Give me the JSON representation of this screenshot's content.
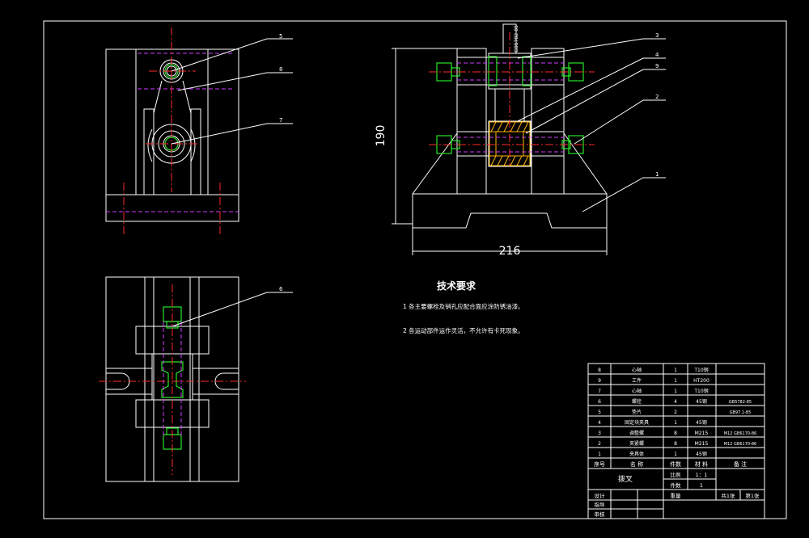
{
  "drawing": {
    "title_cn": "技术要求",
    "requirements": [
      "1  各主要螺栓及销孔应配合面应涂防锈油漆。",
      "2  各运动部件运作灵活，不允许有卡死现象。"
    ],
    "dim_height": "190",
    "dim_width": "216",
    "vertical_code": "GB5782-85"
  },
  "callouts": {
    "front_view": [
      "5",
      "8",
      "7"
    ],
    "side_view": [
      "3",
      "4",
      "9",
      "2",
      "1"
    ],
    "top_view": [
      "6"
    ]
  },
  "bom": {
    "rows": [
      {
        "no": "8",
        "name": "心轴",
        "qty": "1",
        "material": "T10钢",
        "note": ""
      },
      {
        "no": "9",
        "name": "工件",
        "qty": "1",
        "material": "HT200",
        "note": ""
      },
      {
        "no": "7",
        "name": "心轴",
        "qty": "1",
        "material": "T10钢",
        "note": ""
      },
      {
        "no": "6",
        "name": "螺栓",
        "qty": "4",
        "material": "45钢",
        "note": "GB5782-85"
      },
      {
        "no": "5",
        "name": "垫片",
        "qty": "2",
        "material": "",
        "note": "GB97.1-85"
      },
      {
        "no": "4",
        "name": "固定块夹具",
        "qty": "1",
        "material": "45钢",
        "note": ""
      },
      {
        "no": "3",
        "name": "调整螺",
        "qty": "8",
        "material": "M215",
        "note": "M12 GB6170-86"
      },
      {
        "no": "2",
        "name": "夹紧螺",
        "qty": "8",
        "material": "M215",
        "note": "M12 GB6170-86"
      },
      {
        "no": "1",
        "name": "夹具体",
        "qty": "1",
        "material": "45钢",
        "note": ""
      }
    ],
    "header": {
      "no": "序号",
      "name": "名  称",
      "qty": "件数",
      "material": "材  料",
      "note": "备  注"
    },
    "part_name": "拨叉",
    "scale_label": "比例",
    "scale_value": "1：1",
    "count_label": "件数",
    "count_value": "1",
    "weight_label": "重量",
    "sheet_total": "共1张",
    "sheet_no": "第1张",
    "design_label": "设计",
    "guide_label": "指导",
    "review_label": "审核"
  },
  "colors": {
    "line": "#ffffff",
    "centerline": "#ff2a2a",
    "hidden": "#d23cff",
    "bolt": "#28e628",
    "hatch": "#ffb400",
    "background": "#000000"
  }
}
